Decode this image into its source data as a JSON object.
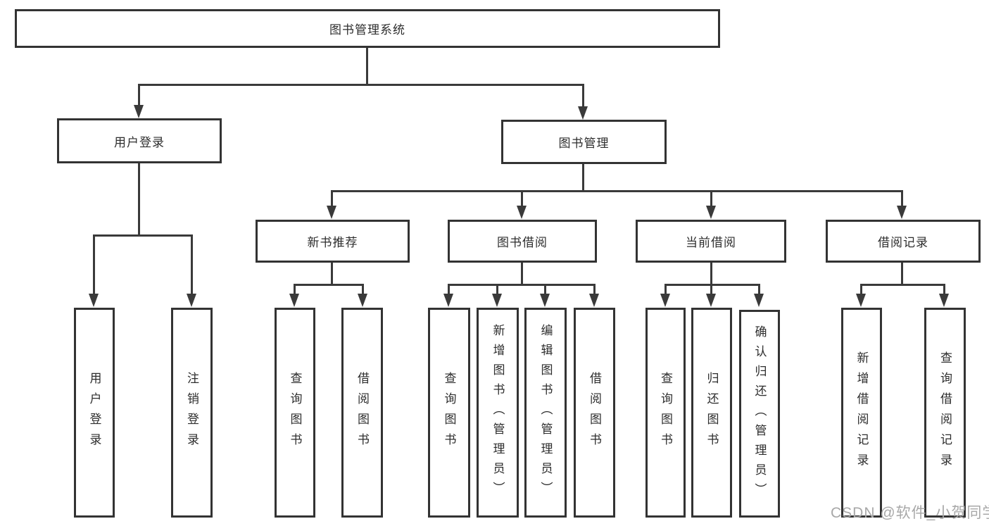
{
  "diagram": {
    "root": {
      "label": "图书管理系统"
    },
    "level2": [
      {
        "label": "用户登录"
      },
      {
        "label": "图书管理"
      }
    ],
    "level3": [
      {
        "label": "新书推荐"
      },
      {
        "label": "图书借阅"
      },
      {
        "label": "当前借阅"
      },
      {
        "label": "借阅记录"
      }
    ],
    "leaves": {
      "user_login": [
        "用户登录",
        "注销登录"
      ],
      "new_book": [
        "查询图书",
        "借阅图书"
      ],
      "book_borrow": [
        "查询图书",
        "新增图书（管理员）",
        "编辑图书（管理员）",
        "借阅图书"
      ],
      "current_borrow": [
        "查询图书",
        "归还图书",
        "确认归还（管理员）"
      ],
      "borrow_record": [
        "新增借阅记录",
        "查询借阅记录"
      ]
    }
  },
  "watermark": {
    "text": "CSDN @软件_小贺同学"
  },
  "colors": {
    "background": "#ffffff",
    "box_border": "#333333",
    "connector_line": "#3a3a3a",
    "text": "#2d2d2d",
    "watermark_text": "#a8a8a8"
  }
}
